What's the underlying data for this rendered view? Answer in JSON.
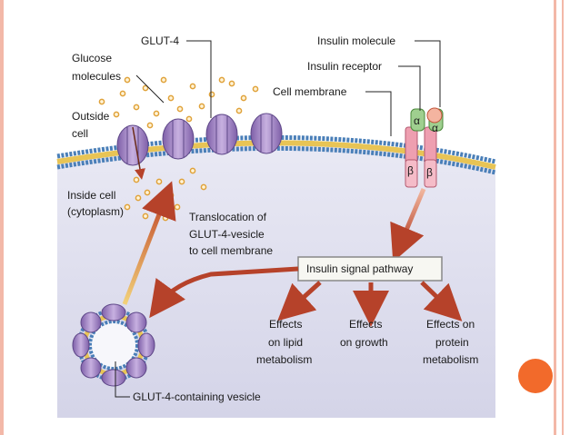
{
  "labels": {
    "glut4": "GLUT-4",
    "glucose_line1": "Glucose",
    "glucose_line2": "molecules",
    "outside_line1": "Outside",
    "outside_line2": "cell",
    "inside_line1": "Inside cell",
    "inside_line2": "(cytoplasm)",
    "insulin_molecule": "Insulin molecule",
    "insulin_receptor": "Insulin receptor",
    "cell_membrane": "Cell membrane",
    "alpha": "α",
    "beta": "β",
    "translocation_line1": "Translocation of",
    "translocation_line2": "GLUT-4-vesicle",
    "translocation_line3": "to cell membrane",
    "pathway": "Insulin signal pathway",
    "lipid_line1": "Effects",
    "lipid_line2": "on lipid",
    "lipid_line3": "metabolism",
    "growth_line1": "Effects",
    "growth_line2": "on growth",
    "protein_line1": "Effects on",
    "protein_line2": "protein",
    "protein_line3": "metabolism",
    "vesicle": "GLUT-4-containing vesicle"
  },
  "colors": {
    "cytoplasm": "#dcdcec",
    "membrane_head": "#4a7fb8",
    "membrane_tail": "#e8c455",
    "glut": "#9e7fc4",
    "glucose": "#e0a23a",
    "receptor": "#ee9fb0",
    "insulin_alpha": "#9fcf8f",
    "arrow": "#b6422a",
    "slide_border": "#f3b8a8",
    "accent_dot": "#f26a2b"
  }
}
